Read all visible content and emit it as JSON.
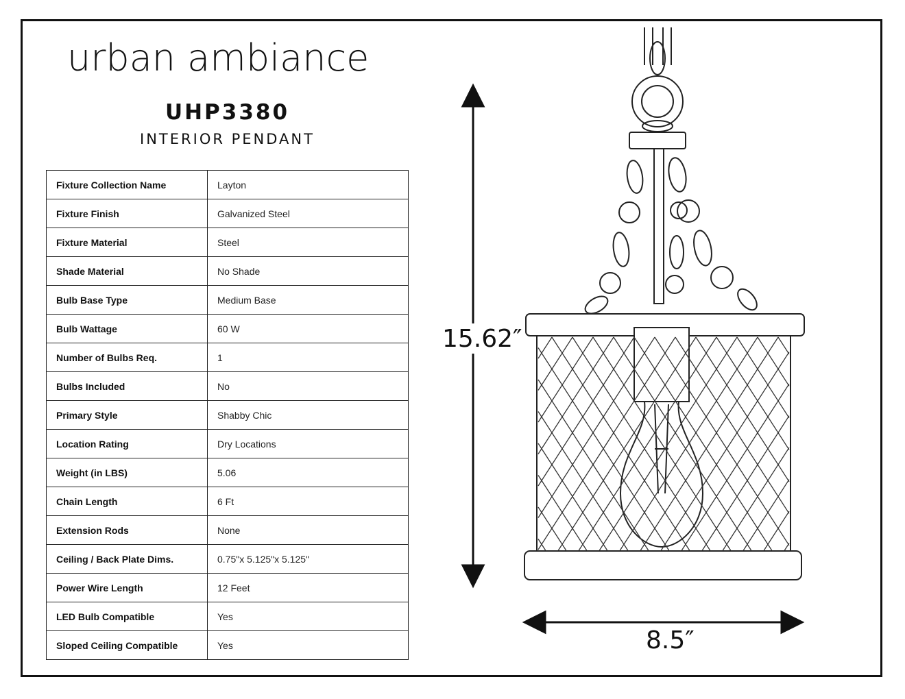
{
  "brand": "urban ambiance",
  "model": "UHP3380",
  "product_type": "INTERIOR PENDANT",
  "specs": [
    {
      "label": "Fixture Collection Name",
      "value": "Layton"
    },
    {
      "label": "Fixture Finish",
      "value": "Galvanized Steel"
    },
    {
      "label": "Fixture Material",
      "value": "Steel"
    },
    {
      "label": "Shade Material",
      "value": "No Shade"
    },
    {
      "label": "Bulb Base Type",
      "value": "Medium Base"
    },
    {
      "label": "Bulb Wattage",
      "value": "60 W"
    },
    {
      "label": "Number of Bulbs Req.",
      "value": "1"
    },
    {
      "label": "Bulbs Included",
      "value": "No"
    },
    {
      "label": "Primary Style",
      "value": "Shabby Chic"
    },
    {
      "label": "Location Rating",
      "value": "Dry Locations"
    },
    {
      "label": "Weight (in LBS)",
      "value": "5.06"
    },
    {
      "label": "Chain Length",
      "value": "6 Ft"
    },
    {
      "label": "Extension Rods",
      "value": "None"
    },
    {
      "label": "Ceiling / Back Plate Dims.",
      "value": "0.75\"x 5.125\"x 5.125\""
    },
    {
      "label": "Power Wire Length",
      "value": "12 Feet"
    },
    {
      "label": "LED Bulb Compatible",
      "value": "Yes"
    },
    {
      "label": "Sloped Ceiling Compatible",
      "value": "Yes"
    }
  ],
  "dimensions": {
    "height": "15.62″",
    "width": "8.5″"
  }
}
